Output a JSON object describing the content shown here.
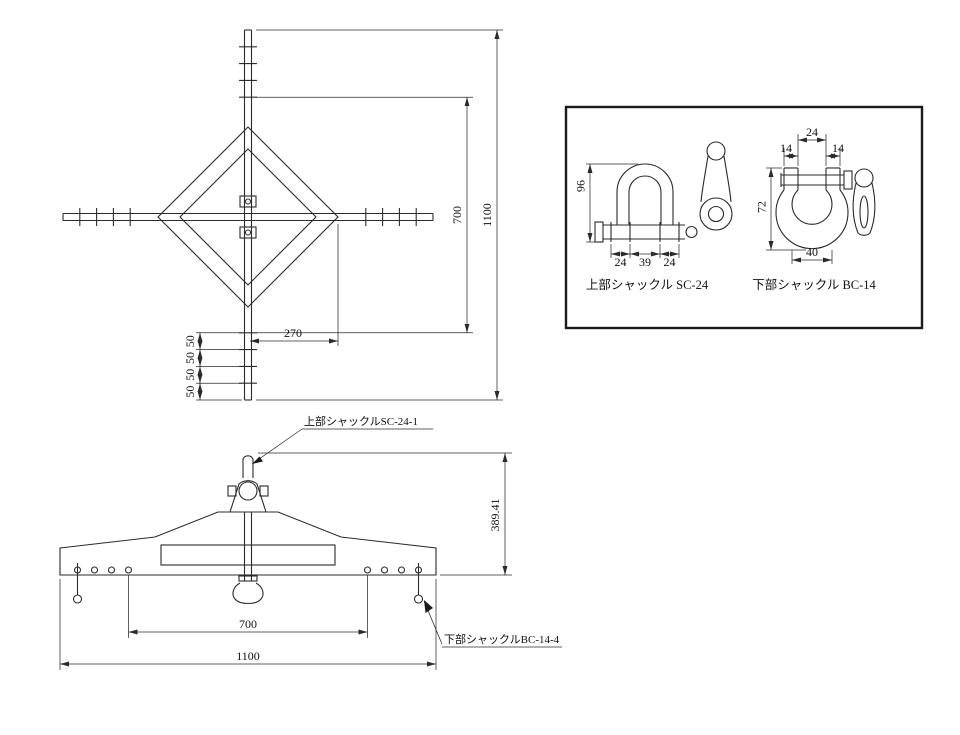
{
  "plan": {
    "dim_overall": "1100",
    "dim_inner": "700",
    "dim_offset": "270",
    "pitch": [
      "50",
      "50",
      "50",
      "50"
    ]
  },
  "front": {
    "dim_overall": "1100",
    "dim_span": "700",
    "dim_height": "389.41",
    "upper_shackle_label": "上部シャックルSC-24-1",
    "lower_shackle_label": "下部シャックルBC-14-4"
  },
  "details": {
    "upper": {
      "caption": "上部シャックル SC-24",
      "dim_height": "96",
      "dim_w1": "24",
      "dim_w2": "39",
      "dim_w3": "24"
    },
    "lower": {
      "caption": "下部シャックル BC-14",
      "dim_top": "24",
      "dim_ear_left": "14",
      "dim_ear_right": "14",
      "dim_height": "72",
      "dim_width": "40"
    }
  }
}
